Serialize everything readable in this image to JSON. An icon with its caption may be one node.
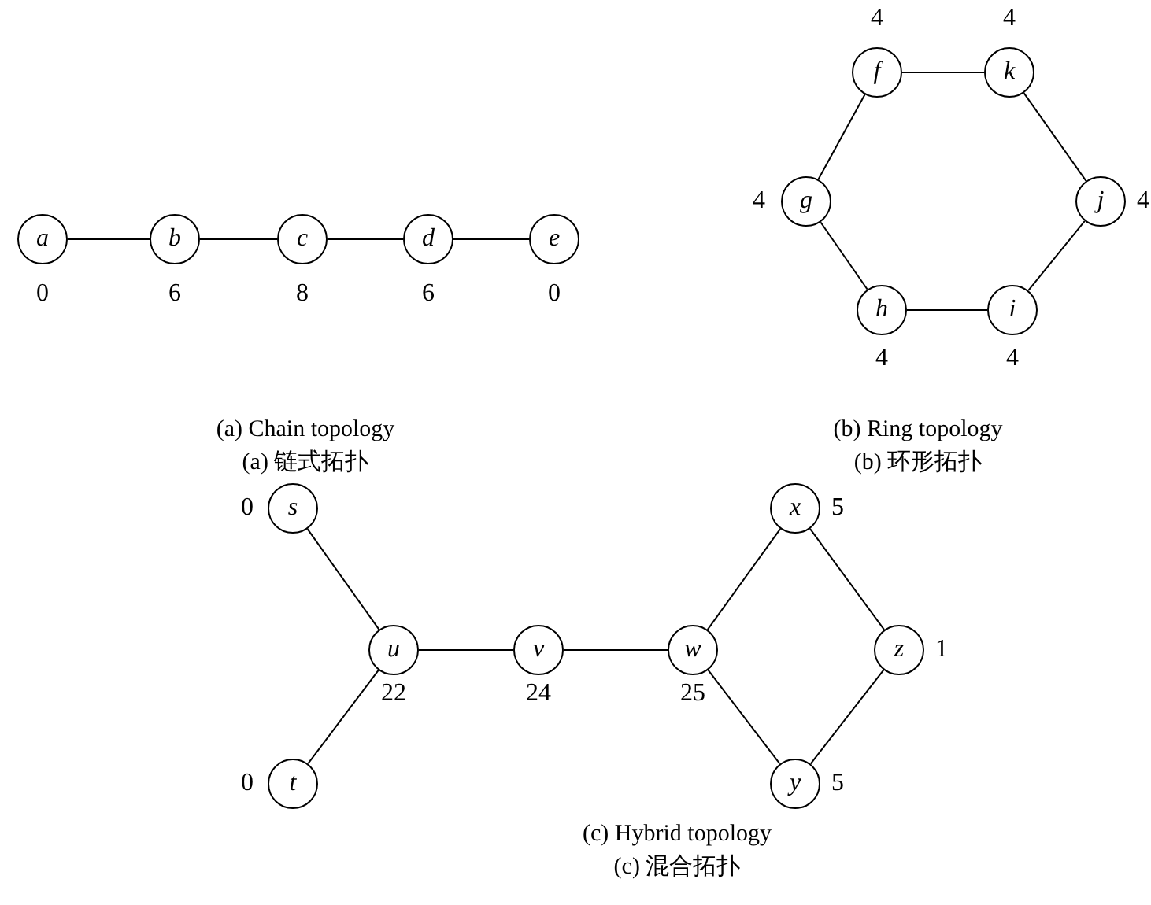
{
  "diagram": {
    "nodes": [
      {
        "text": [
          "a"
        ],
        "beside": [
          "0"
        ]
      },
      {
        "text": [
          "b"
        ],
        "beside": [
          "6"
        ]
      },
      {
        "text": [
          "c"
        ],
        "beside": [
          "8"
        ]
      },
      {
        "text": [
          "d"
        ],
        "beside": [
          "6"
        ]
      },
      {
        "text": [
          "e"
        ],
        "beside": [
          "0"
        ]
      },
      {
        "text": [
          "f"
        ],
        "beside": [
          "4"
        ]
      },
      {
        "text": [
          "k"
        ],
        "beside": [
          "4"
        ]
      },
      {
        "text": [
          "g"
        ],
        "beside": [
          "4"
        ]
      },
      {
        "text": [
          "j"
        ],
        "beside": [
          "4"
        ]
      },
      {
        "text": [
          "h"
        ],
        "beside": [
          "4"
        ]
      },
      {
        "text": [
          "i"
        ],
        "beside": [
          "4"
        ]
      },
      {
        "text": [
          "s"
        ],
        "beside": [
          "0"
        ]
      },
      {
        "text": [
          "x"
        ],
        "beside": [
          "5"
        ]
      },
      {
        "text": [
          "u"
        ],
        "beside": [
          "22"
        ]
      },
      {
        "text": [
          "v"
        ],
        "beside": [
          "24"
        ]
      },
      {
        "text": [
          "w"
        ],
        "beside": [
          "25"
        ]
      },
      {
        "text": [
          "z"
        ],
        "beside": [
          "1"
        ]
      },
      {
        "text": [
          "t"
        ],
        "beside": [
          "0"
        ]
      },
      {
        "text": [
          "y"
        ],
        "beside": [
          "5"
        ]
      }
    ],
    "edges": [
      {
        "from": 0,
        "to": 1,
        "arrow": "none"
      },
      {
        "from": 1,
        "to": 2,
        "arrow": "none"
      },
      {
        "from": 2,
        "to": 3,
        "arrow": "none"
      },
      {
        "from": 3,
        "to": 4,
        "arrow": "none"
      },
      {
        "from": 5,
        "to": 6,
        "arrow": "none"
      },
      {
        "from": 6,
        "to": 8,
        "arrow": "none"
      },
      {
        "from": 8,
        "to": 10,
        "arrow": "none"
      },
      {
        "from": 10,
        "to": 9,
        "arrow": "none"
      },
      {
        "from": 9,
        "to": 7,
        "arrow": "none"
      },
      {
        "from": 7,
        "to": 5,
        "arrow": "none"
      },
      {
        "from": 11,
        "to": 13,
        "arrow": "none"
      },
      {
        "from": 17,
        "to": 13,
        "arrow": "none"
      },
      {
        "from": 13,
        "to": 14,
        "arrow": "none"
      },
      {
        "from": 14,
        "to": 15,
        "arrow": "none"
      },
      {
        "from": 15,
        "to": 12,
        "arrow": "none"
      },
      {
        "from": 12,
        "to": 16,
        "arrow": "none"
      },
      {
        "from": 16,
        "to": 18,
        "arrow": "none"
      },
      {
        "from": 18,
        "to": 15,
        "arrow": "none"
      }
    ],
    "labels": [
      "(a) Chain topology",
      "(b) Ring topology",
      "(a) 链式拓扑",
      "(b) 环形拓扑",
      "(c) Hybrid topology",
      "(c) 混合拓扑"
    ]
  }
}
